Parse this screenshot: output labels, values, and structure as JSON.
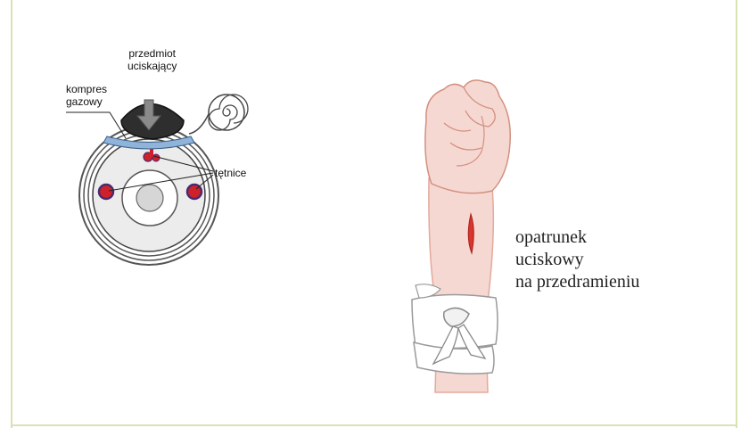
{
  "diagram": {
    "labels": {
      "pressing_object_line1": "przedmiot",
      "pressing_object_line2": "uciskający",
      "gauze_line1": "kompres",
      "gauze_line2": "gazowy",
      "arteries": "tętnice"
    },
    "colors": {
      "artery_red": "#d0212a",
      "artery_outline": "#4b2a6e",
      "gauze_blue": "#8fb3d9",
      "frame_green": "#d7e3b3"
    }
  },
  "illustration": {
    "caption_lines": [
      "opatrunek",
      "uciskowy",
      "na przedramieniu"
    ],
    "colors": {
      "skin": "#f6d8d2",
      "wound": "#d9352e",
      "bandage": "#ffffff"
    }
  }
}
